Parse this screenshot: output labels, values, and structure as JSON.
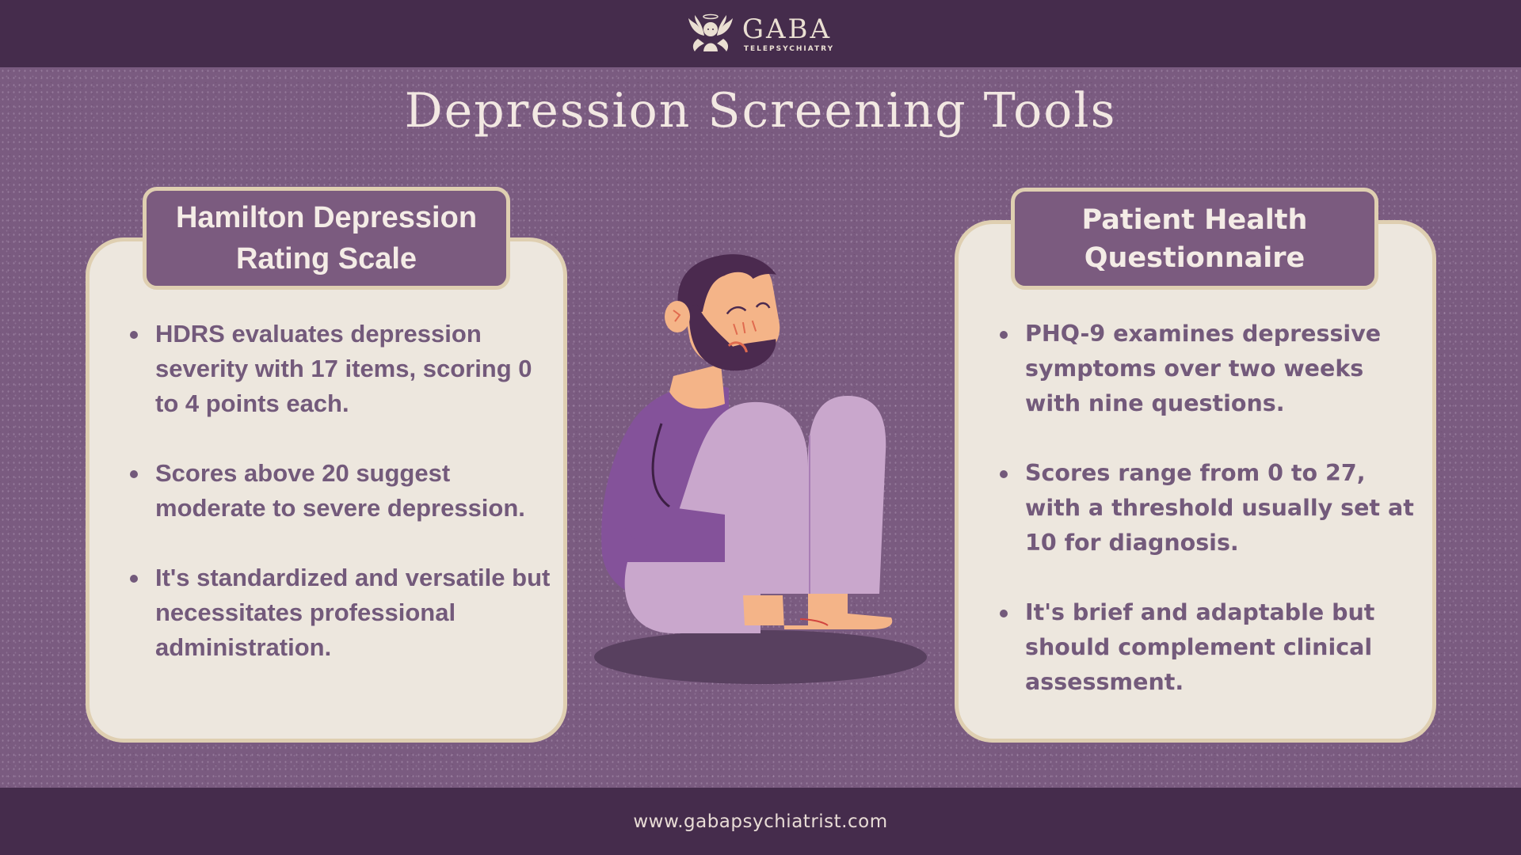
{
  "brand": {
    "name": "GABA",
    "tagline": "TELEPSYCHIATRY",
    "logo_icon": "angel-wings-icon"
  },
  "title": "Depression Screening Tools",
  "cards": [
    {
      "header": "Hamilton Depression Rating Scale",
      "bullets": [
        "HDRS evaluates depression severity with 17 items, scoring 0 to 4 points each.",
        "Scores above 20 suggest moderate to severe depression.",
        "It's standardized and versatile but necessitates professional administration."
      ]
    },
    {
      "header": "Patient Health Questionnaire",
      "bullets": [
        "PHQ-9 examines depressive symptoms over two weeks with nine questions.",
        "Scores range from 0 to 27, with a threshold usually set at 10 for diagnosis.",
        "It's brief and adaptable but should complement clinical assessment."
      ]
    }
  ],
  "illustration": {
    "subject": "sad-man-hugging-knees-illustration"
  },
  "footer": {
    "url": "www.gabapsychiatrist.com"
  },
  "colors": {
    "bar_bg": "#452c4c",
    "page_bg": "#7a5b80",
    "card_bg": "#ede7de",
    "card_border": "#dfcfb1",
    "header_bg": "#7b5b7f",
    "text_purple": "#735a7b",
    "light_text": "#f2e8e2"
  }
}
